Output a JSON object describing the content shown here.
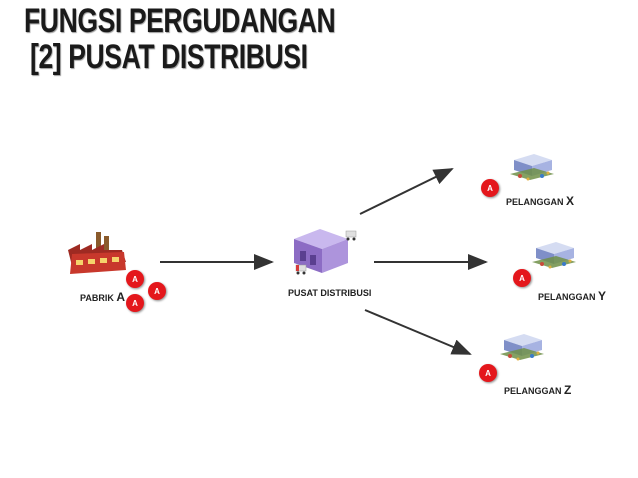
{
  "slide": {
    "title_line1": "FUNGSI PERGUDANGAN",
    "title_line2": "[2] PUSAT DISTRIBUSI"
  },
  "source": {
    "label": "PABRIK",
    "suffix": "A",
    "icon": "factory-icon",
    "badges": [
      "A",
      "A",
      "A"
    ]
  },
  "center": {
    "label": "PUSAT DISTRIBUSI",
    "icon": "distribution-center-icon"
  },
  "customers": [
    {
      "label": "PELANGGAN",
      "suffix": "X",
      "badge": "A",
      "icon": "customer-building-icon"
    },
    {
      "label": "PELANGGAN",
      "suffix": "Y",
      "badge": "A",
      "icon": "customer-building-icon"
    },
    {
      "label": "PELANGGAN",
      "suffix": "Z",
      "badge": "A",
      "icon": "customer-building-icon"
    }
  ],
  "colors": {
    "badge": "#e4171c",
    "factory": "#c0392b",
    "warehouse": "#9b7fd0",
    "arrow": "#333333"
  }
}
